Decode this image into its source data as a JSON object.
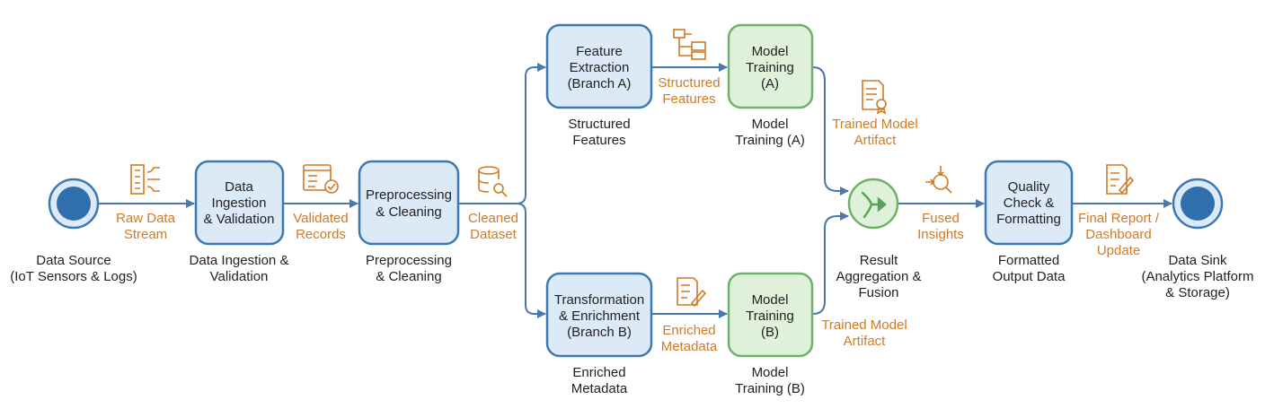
{
  "colors": {
    "blue_stroke": "#3C79B4",
    "blue_fill": "#DCE9F7",
    "green_stroke": "#6DB16A",
    "green_fill": "#E0F1DA",
    "flow_label": "#D07A24",
    "edge": "#4A78A8"
  },
  "nodes": {
    "source": {
      "caption": [
        "Data Source",
        "(IoT Sensors & Logs)"
      ]
    },
    "ingest": {
      "box": [
        "Data",
        "Ingestion",
        "& Validation"
      ],
      "caption": [
        "Data Ingestion &",
        "Validation"
      ]
    },
    "preprocess": {
      "box": [
        "Preprocessing",
        "& Cleaning"
      ],
      "caption": [
        "Preprocessing",
        "& Cleaning"
      ]
    },
    "feature": {
      "box": [
        "Feature",
        "Extraction",
        "(Branch A)"
      ],
      "caption": [
        "Structured",
        "Features"
      ]
    },
    "train_a": {
      "box": [
        "Model",
        "Training",
        "(A)"
      ],
      "caption": [
        "Model",
        "Training (A)"
      ]
    },
    "transform": {
      "box": [
        "Transformation",
        "& Enrichment",
        "(Branch B)"
      ],
      "caption": [
        "Enriched",
        "Metadata"
      ]
    },
    "train_b": {
      "box": [
        "Model",
        "Training",
        "(B)"
      ],
      "caption": [
        "Model",
        "Training (B)"
      ]
    },
    "merge": {
      "caption": [
        "Result",
        "Aggregation &",
        "Fusion"
      ]
    },
    "quality": {
      "box": [
        "Quality",
        "Check &",
        "Formatting"
      ],
      "caption": [
        "Formatted",
        "Output Data"
      ]
    },
    "sink": {
      "caption": [
        "Data Sink",
        "(Analytics Platform",
        "& Storage)"
      ]
    }
  },
  "edges": {
    "raw": {
      "label": [
        "Raw Data",
        "Stream"
      ],
      "icon": "data-stream-icon"
    },
    "validated": {
      "label": [
        "Validated",
        "Records"
      ],
      "icon": "checklist-icon"
    },
    "cleaned": {
      "label": [
        "Cleaned",
        "Dataset"
      ],
      "icon": "database-search-icon"
    },
    "structured": {
      "label": [
        "Structured",
        "Features"
      ],
      "icon": "hierarchy-icon"
    },
    "enriched": {
      "label": [
        "Enriched",
        "Metadata"
      ],
      "icon": "document-edit-icon"
    },
    "artifact_a": {
      "label": [
        "Trained Model",
        "Artifact"
      ],
      "icon": "certificate-document-icon"
    },
    "artifact_b": {
      "label": [
        "Trained Model",
        "Artifact"
      ]
    },
    "fused": {
      "label": [
        "Fused",
        "Insights"
      ],
      "icon": "magnifier-insight-icon"
    },
    "report": {
      "label": [
        "Final Report /",
        "Dashboard",
        "Update"
      ],
      "icon": "report-pen-icon"
    }
  }
}
